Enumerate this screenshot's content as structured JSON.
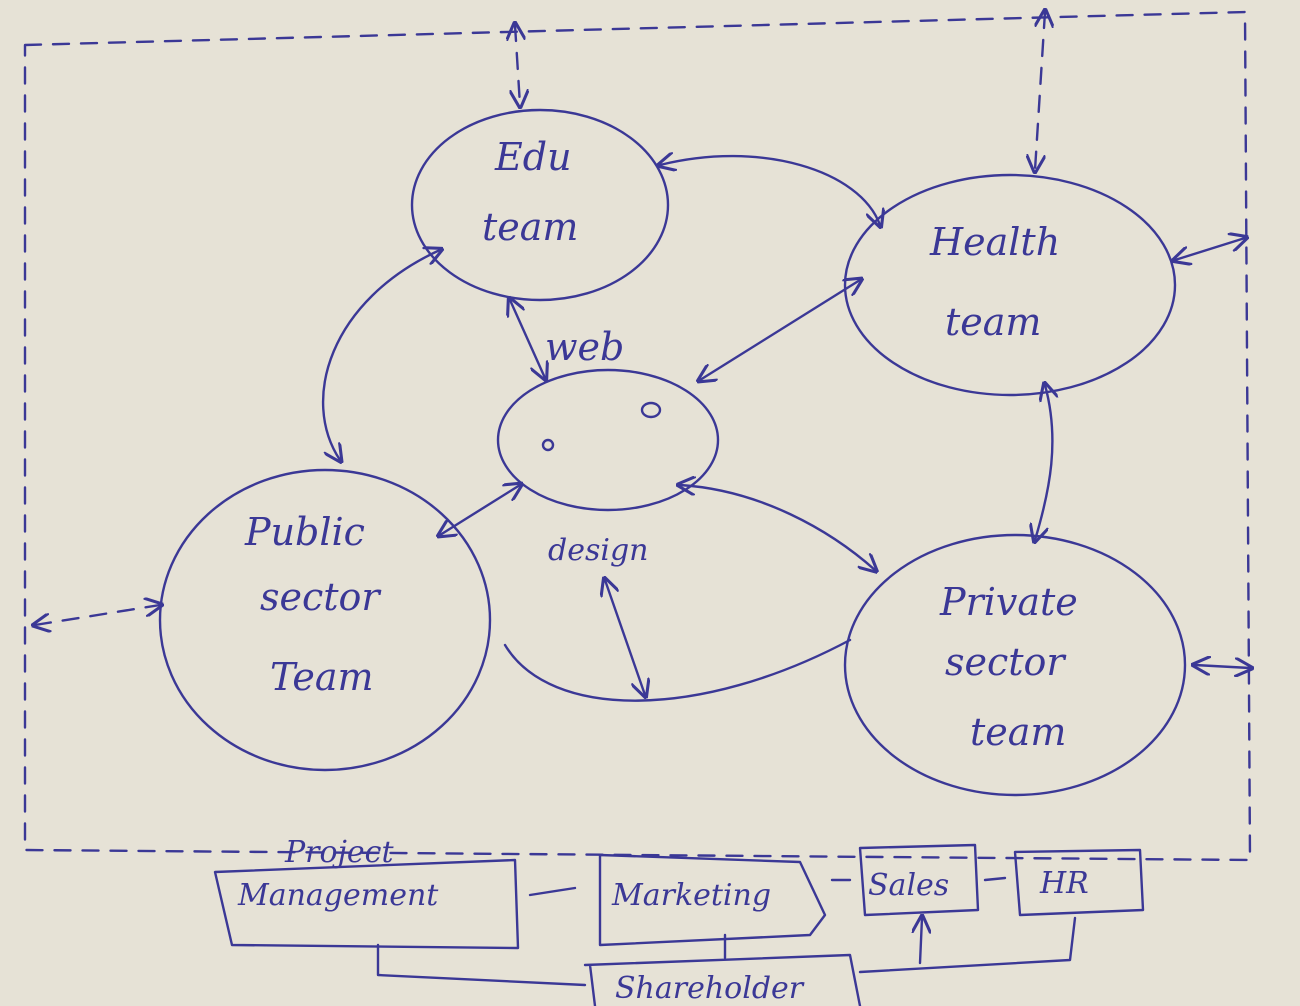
{
  "teams": {
    "edu": [
      "Edu",
      "team"
    ],
    "health": [
      "Health",
      "team"
    ],
    "public": [
      "Public",
      "sector",
      "Team"
    ],
    "private": [
      "Private",
      "sector",
      "team"
    ]
  },
  "center": {
    "top_label": "web",
    "bottom_label": "design"
  },
  "departments": {
    "project_management": [
      "Project",
      "Management"
    ],
    "marketing": "Marketing",
    "sales": "Sales",
    "hr": "HR",
    "shareholder": "Shareholder"
  },
  "colors": {
    "ink": "#3b3896",
    "paper": "#e6e2d6"
  }
}
